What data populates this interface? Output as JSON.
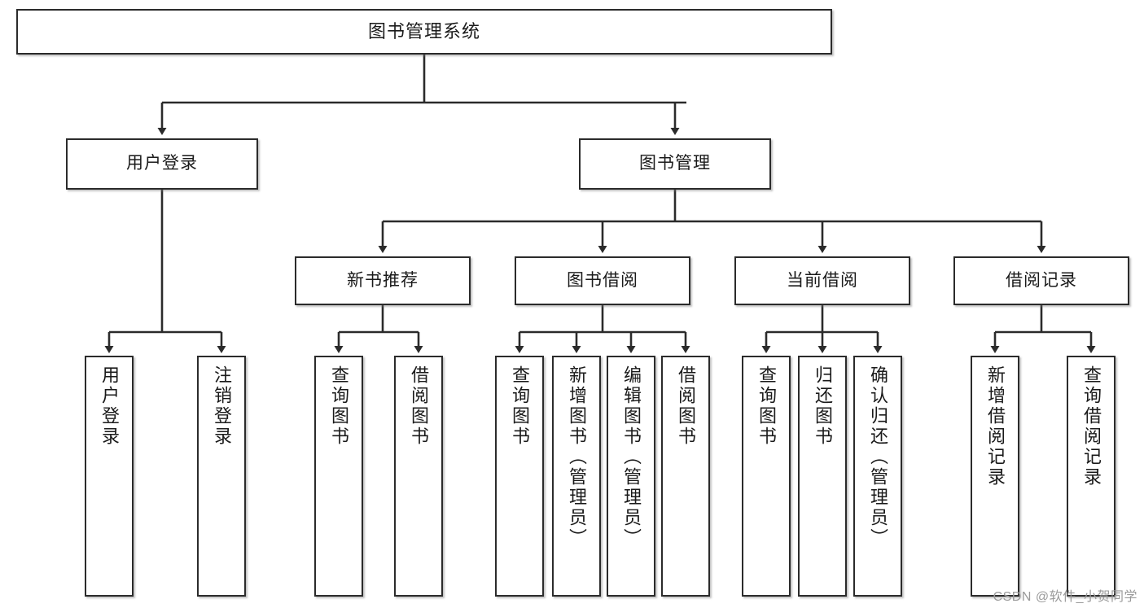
{
  "diagram": {
    "title": "图书管理系统",
    "type": "功能结构图",
    "root": {
      "label": "图书管理系统"
    },
    "level1": [
      {
        "id": "user-login",
        "label": "用户登录"
      },
      {
        "id": "book-management",
        "label": "图书管理"
      }
    ],
    "level2": [
      {
        "id": "new-book-recommend",
        "label": "新书推荐",
        "parent": "book-management"
      },
      {
        "id": "book-borrow",
        "label": "图书借阅",
        "parent": "book-management"
      },
      {
        "id": "current-borrow",
        "label": "当前借阅",
        "parent": "book-management"
      },
      {
        "id": "borrow-record",
        "label": "借阅记录",
        "parent": "book-management"
      }
    ],
    "leaves": [
      {
        "id": "leaf-user-login",
        "label": "用户登录",
        "parent": "user-login"
      },
      {
        "id": "leaf-logout",
        "label": "注销登录",
        "parent": "user-login"
      },
      {
        "id": "leaf-query-book-1",
        "label": "查询图书",
        "parent": "new-book-recommend"
      },
      {
        "id": "leaf-borrow-book-1",
        "label": "借阅图书",
        "parent": "new-book-recommend"
      },
      {
        "id": "leaf-query-book-2",
        "label": "查询图书",
        "parent": "book-borrow"
      },
      {
        "id": "leaf-add-book",
        "label": "新增图书（管理员）",
        "parent": "book-borrow"
      },
      {
        "id": "leaf-edit-book",
        "label": "编辑图书（管理员）",
        "parent": "book-borrow"
      },
      {
        "id": "leaf-borrow-book-2",
        "label": "借阅图书",
        "parent": "book-borrow"
      },
      {
        "id": "leaf-query-book-3",
        "label": "查询图书",
        "parent": "current-borrow"
      },
      {
        "id": "leaf-return-book",
        "label": "归还图书",
        "parent": "current-borrow"
      },
      {
        "id": "leaf-confirm-return",
        "label": "确认归还（管理员）",
        "parent": "current-borrow"
      },
      {
        "id": "leaf-add-record",
        "label": "新增借阅记录",
        "parent": "borrow-record"
      },
      {
        "id": "leaf-query-record",
        "label": "查询借阅记录",
        "parent": "borrow-record"
      }
    ],
    "watermark": "CSDN @软件_小贺同学",
    "colors": {
      "box_border": "#2b2b2b",
      "box_fill": "#ffffff",
      "connector": "#2b2b2b",
      "text": "#1a1a1a",
      "watermark": "#9a9a9a",
      "background": "#ffffff"
    }
  }
}
